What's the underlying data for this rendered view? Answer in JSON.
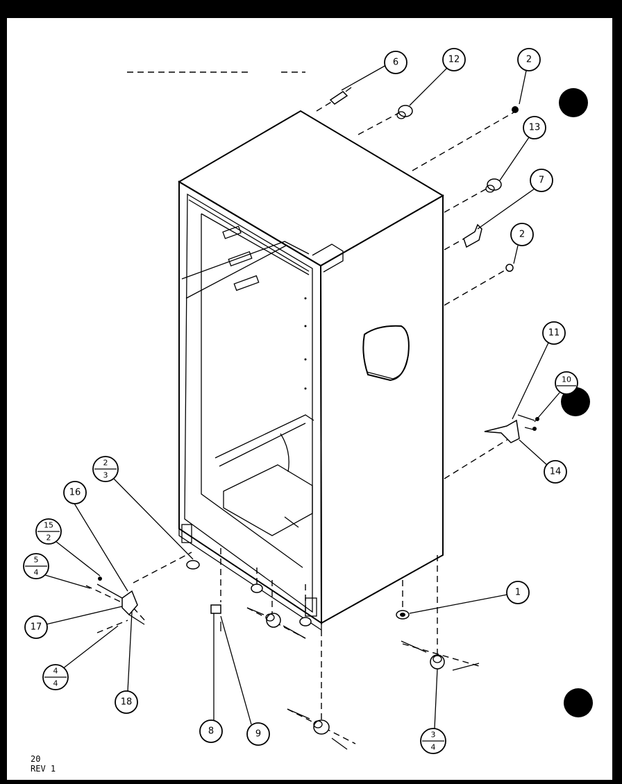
{
  "callouts": {
    "c1": "1",
    "c2a": "2",
    "c2b": "2",
    "c6": "6",
    "c7": "7",
    "c8": "8",
    "c9": "9",
    "c11": "11",
    "c12": "12",
    "c13": "13",
    "c14": "14",
    "c16": "16",
    "c17": "17",
    "c18": "18",
    "c10_top": "10",
    "c10_bottom": "",
    "c2_3_top": "2",
    "c2_3_bottom": "3",
    "c15_2_top": "15",
    "c15_2_bottom": "2",
    "c5_4_top": "5",
    "c5_4_bottom": "4",
    "c4_4_top": "4",
    "c4_4_bottom": "4",
    "c3_4_top": "3",
    "c3_4_bottom": "4"
  },
  "footer": {
    "page": "20",
    "rev": "REV 1"
  }
}
